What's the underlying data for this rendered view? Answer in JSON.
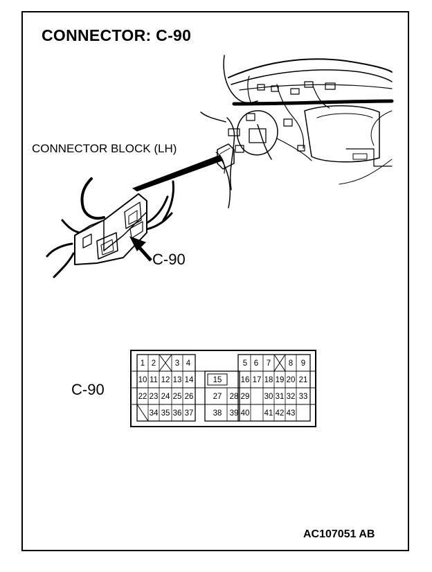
{
  "title": "CONNECTOR: C-90",
  "block_label": "CONNECTOR BLOCK (LH)",
  "picture_label": "C-90",
  "connector_label": "C-90",
  "figure_code": "AC107051 AB",
  "pins": {
    "row1": [
      "1",
      "2",
      "3",
      "4",
      "5",
      "6",
      "7",
      "8",
      "9"
    ],
    "row2": [
      "10",
      "11",
      "12",
      "13",
      "14",
      "15",
      "16",
      "17",
      "18",
      "19",
      "20",
      "21"
    ],
    "row3": [
      "22",
      "23",
      "24",
      "25",
      "26",
      "27",
      "28",
      "29",
      "30",
      "31",
      "32",
      "33"
    ],
    "row4": [
      "34",
      "35",
      "36",
      "37",
      "38",
      "39",
      "40",
      "41",
      "42",
      "43"
    ]
  }
}
